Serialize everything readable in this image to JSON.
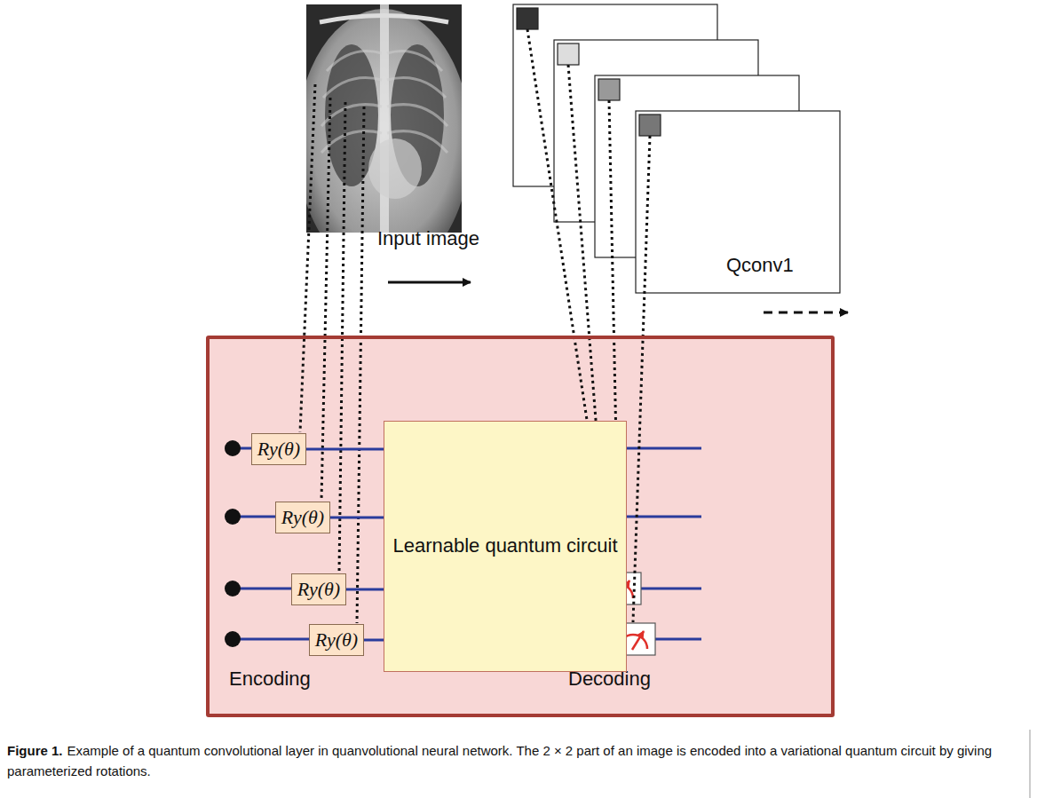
{
  "diagram": {
    "caption": "Example of a quantum convolutional layer in quanvolutional neural network. The 2 × 2 part of an image is encoded into a variational quantum circuit by giving parameterized rotations.",
    "nodes": [
      {
        "text": [
          "Encoding",
          "Decoding"
        ]
      },
      {
        "text": [
          "Ry(θ)"
        ],
        "in": 0
      },
      {
        "text": [
          "Ry(θ)"
        ],
        "in": 0
      },
      {
        "text": [
          "Ry(θ)"
        ],
        "in": 0
      },
      {
        "text": [
          "Ry(θ)"
        ],
        "in": 0
      },
      {
        "text": [
          "Learnable quantum circuit"
        ],
        "in": 0
      }
    ],
    "edges": [
      {
        "from": 1,
        "to": 5,
        "arrow": "none"
      },
      {
        "from": 2,
        "to": 5,
        "arrow": "none"
      },
      {
        "from": 3,
        "to": 5,
        "arrow": "none"
      },
      {
        "from": 4,
        "to": 5,
        "arrow": "none"
      }
    ],
    "labels": [
      "Input image",
      "Qconv1",
      "Figure 1."
    ]
  }
}
